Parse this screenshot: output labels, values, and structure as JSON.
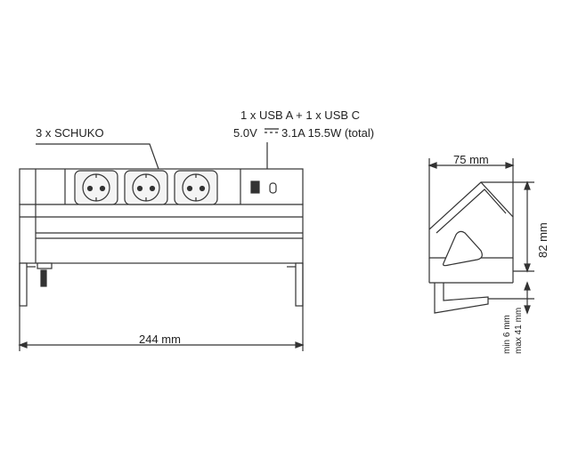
{
  "labels": {
    "schuko": "3 x SCHUKO",
    "usb_line1": "1 x USB A + 1 x USB C",
    "usb_line2": "5.0V",
    "usb_line2_rest": "3.1A  15.5W (total)",
    "width_total": "244 mm",
    "side_width": "75 mm",
    "side_height": "82 mm",
    "clamp_range_min": "min 6 mm",
    "clamp_range_max": "max 41 mm"
  },
  "colors": {
    "line": "#333333",
    "fill": "#ffffff",
    "outlet_fill": "#f4f4f4",
    "dark": "#222222"
  },
  "icons": {
    "dc": "dc-current-symbol"
  }
}
